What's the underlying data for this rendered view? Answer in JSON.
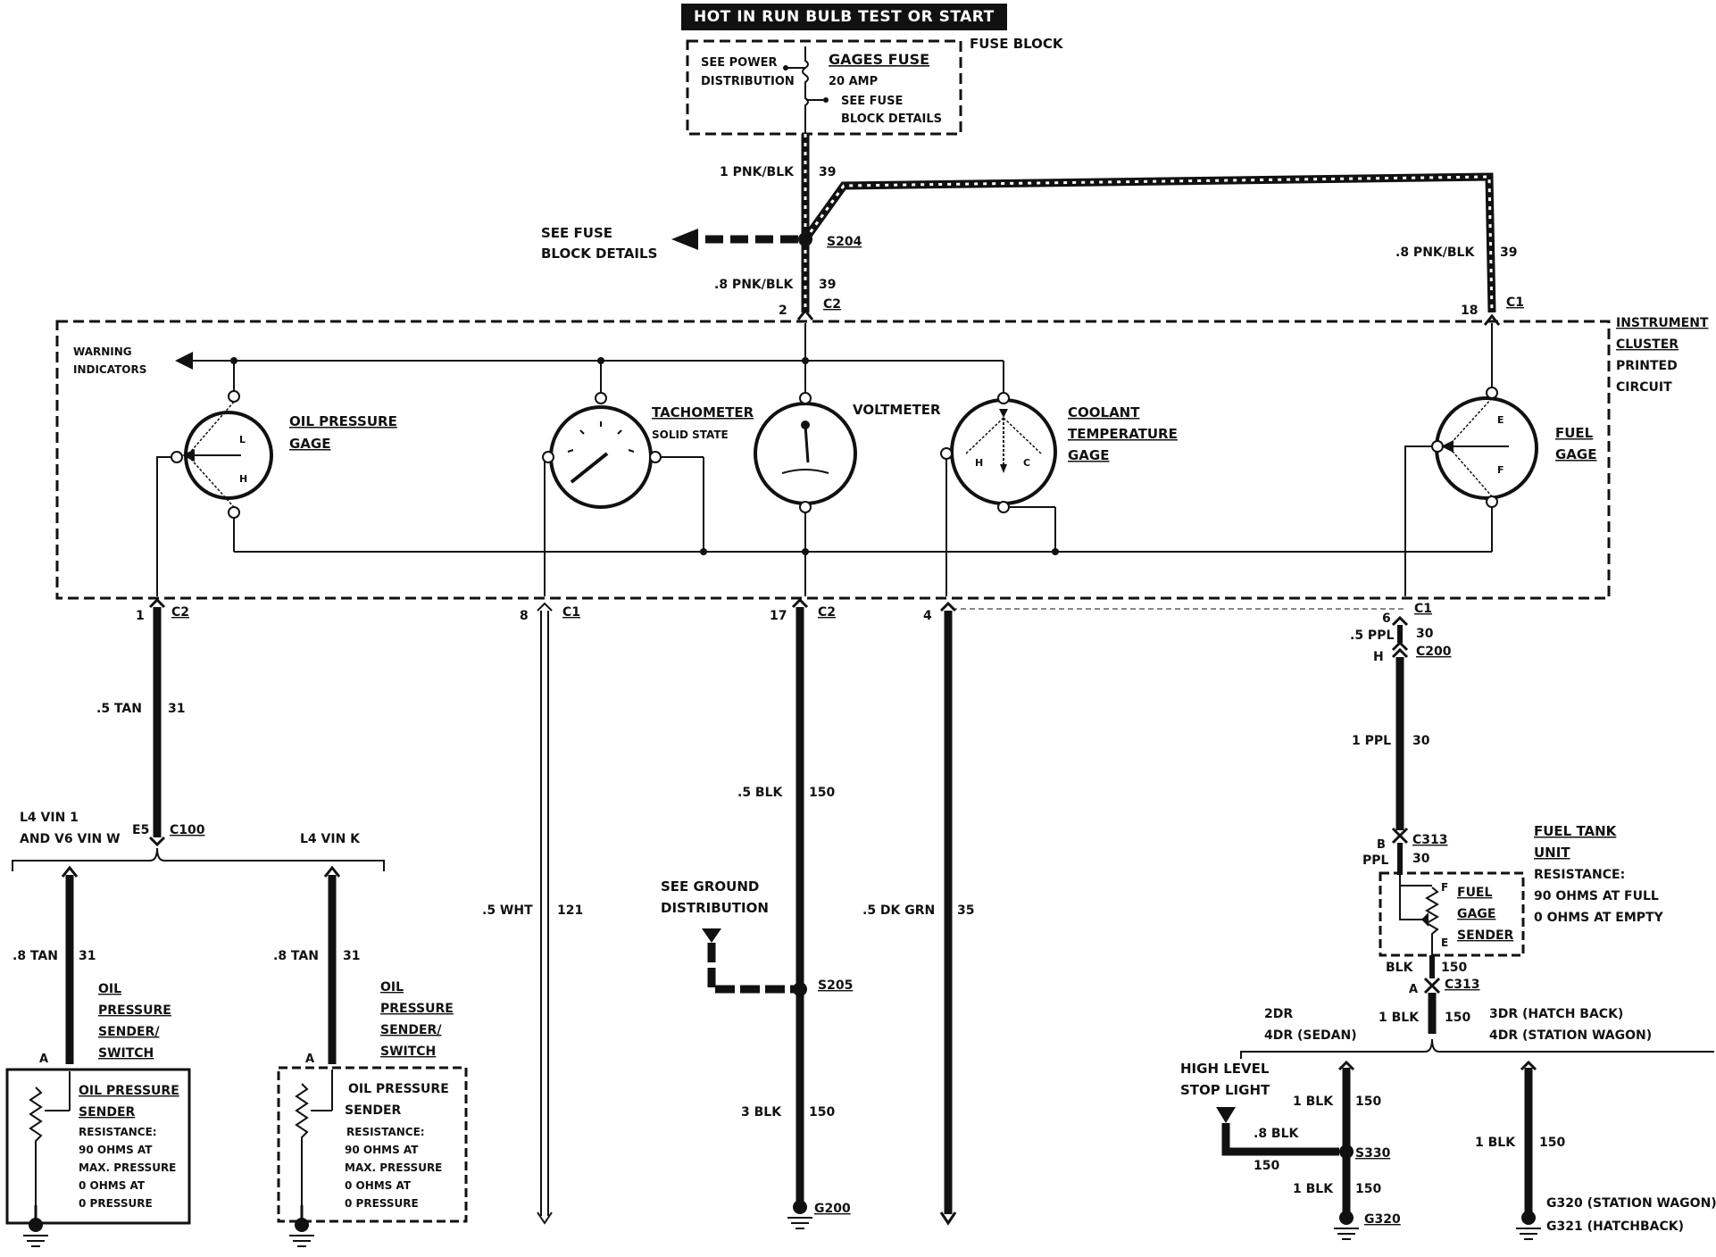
{
  "header": {
    "title": "HOT IN RUN BULB TEST OR START"
  },
  "fuse_block": {
    "title": "FUSE BLOCK",
    "power_note": [
      "SEE POWER",
      "DISTRIBUTION"
    ],
    "fuse_name": "GAGES FUSE",
    "fuse_rating": "20 AMP",
    "detail_note": [
      "SEE FUSE",
      "BLOCK DETAILS"
    ]
  },
  "top_wiring": {
    "wire_feed": {
      "gauge": "1 PNK/BLK",
      "circuit": "39"
    },
    "splice_s204": "S204",
    "see_fuse_block": [
      "SEE FUSE",
      "BLOCK DETAILS"
    ],
    "wire_c2": {
      "gauge": ".8 PNK/BLK",
      "circuit": "39"
    },
    "wire_c1": {
      "gauge": ".8 PNK/BLK",
      "circuit": "39"
    },
    "pin_c2": {
      "pin": "2",
      "connector": "C2"
    },
    "pin_c1": {
      "pin": "18",
      "connector": "C1"
    }
  },
  "cluster": {
    "label": [
      "INSTRUMENT",
      "CLUSTER",
      "PRINTED",
      "CIRCUIT"
    ],
    "warning_indicators": [
      "WARNING",
      "INDICATORS"
    ],
    "gauges": {
      "oil": {
        "label": [
          "OIL PRESSURE",
          "GAGE"
        ],
        "marks": [
          "L",
          "H"
        ]
      },
      "tach": {
        "label": [
          "TACHOMETER"
        ],
        "sublabel": "SOLID STATE"
      },
      "volt": {
        "label": [
          "VOLTMETER"
        ]
      },
      "coolant": {
        "label": [
          "COOLANT",
          "TEMPERATURE",
          "GAGE"
        ],
        "marks": [
          "H",
          "C"
        ]
      },
      "fuel": {
        "label": [
          "FUEL",
          "GAGE"
        ],
        "marks": [
          "E",
          "F"
        ]
      }
    }
  },
  "bottom_pins": {
    "oil": {
      "pin": "1",
      "connector": "C2"
    },
    "tach": {
      "pin": "8",
      "connector": "C1"
    },
    "volt": {
      "pin": "17",
      "connector": "C2"
    },
    "coolant": {
      "pin": "4"
    },
    "fuel": {
      "pin": "6",
      "connector": "C1"
    }
  },
  "oil_circuit": {
    "wire_main": {
      "gauge": ".5 TAN",
      "circuit": "31"
    },
    "c100": {
      "pin": "E5",
      "connector": "C100"
    },
    "variant_left": [
      "L4 VIN 1",
      "AND V6 VIN W"
    ],
    "variant_right": "L4 VIN K",
    "wire_left": {
      "gauge": ".8 TAN",
      "circuit": "31"
    },
    "wire_right": {
      "gauge": ".8 TAN",
      "circuit": "31"
    },
    "switch_label": [
      "OIL",
      "PRESSURE",
      "SENDER/",
      "SWITCH"
    ],
    "pin_a": "A",
    "sender_left": {
      "title": [
        "OIL PRESSURE",
        "SENDER"
      ],
      "text": [
        "RESISTANCE:",
        "90 OHMS AT",
        "MAX. PRESSURE",
        "0 OHMS AT",
        "0 PRESSURE"
      ]
    },
    "sender_right": {
      "title": [
        "OIL PRESSURE",
        "SENDER"
      ],
      "text": [
        "RESISTANCE:",
        "90 OHMS AT",
        "MAX. PRESSURE",
        "0 OHMS AT",
        "0 PRESSURE"
      ]
    }
  },
  "tach_circuit": {
    "wire": {
      "gauge": ".5 WHT",
      "circuit": "121"
    }
  },
  "volt_circuit": {
    "wire_upper": {
      "gauge": ".5 BLK",
      "circuit": "150"
    },
    "see_ground": [
      "SEE GROUND",
      "DISTRIBUTION"
    ],
    "splice": "S205",
    "wire_lower": {
      "gauge": "3 BLK",
      "circuit": "150"
    },
    "ground": "G200"
  },
  "coolant_circuit": {
    "wire": {
      "gauge": ".5 DK GRN",
      "circuit": "35"
    }
  },
  "fuel_circuit": {
    "wire_pin6": {
      "gauge": ".5 PPL",
      "circuit": "30"
    },
    "c200": {
      "pin": "H",
      "connector": "C200"
    },
    "wire_main": {
      "gauge": "1 PPL",
      "circuit": "30"
    },
    "c313_top": {
      "pin": "B",
      "connector": "C313"
    },
    "wire_ppl": {
      "gauge": "PPL",
      "circuit": "30"
    },
    "tank_unit": [
      "FUEL TANK",
      "UNIT",
      "RESISTANCE:",
      "90 OHMS AT FULL",
      "0 OHMS AT EMPTY"
    ],
    "sender": {
      "title": [
        "FUEL",
        "GAGE",
        "SENDER"
      ],
      "marks": [
        "F",
        "E"
      ]
    },
    "wire_blk": {
      "gauge": "BLK",
      "circuit": "150"
    },
    "c313_bottom": {
      "pin": "A",
      "connector": "C313"
    },
    "wire_1blk": {
      "gauge": "1 BLK",
      "circuit": "150"
    },
    "variant_left": [
      "2DR",
      "4DR (SEDAN)"
    ],
    "variant_right": [
      "3DR (HATCH BACK)",
      "4DR (STATION WAGON)"
    ],
    "stop_light": [
      "HIGH  LEVEL",
      "STOP LIGHT"
    ],
    "wire_stop": {
      "gauge": ".8 BLK",
      "circuit": "150"
    },
    "splice": "S330",
    "wire_s330_up": {
      "gauge": "1 BLK",
      "circuit": "150"
    },
    "wire_s330_down": {
      "gauge": "1 BLK",
      "circuit": "150"
    },
    "ground_left": "G320",
    "wire_right": {
      "gauge": "1 BLK",
      "circuit": "150"
    },
    "ground_right": [
      "G320 (STATION WAGON)",
      "G321 (HATCHBACK)"
    ]
  }
}
